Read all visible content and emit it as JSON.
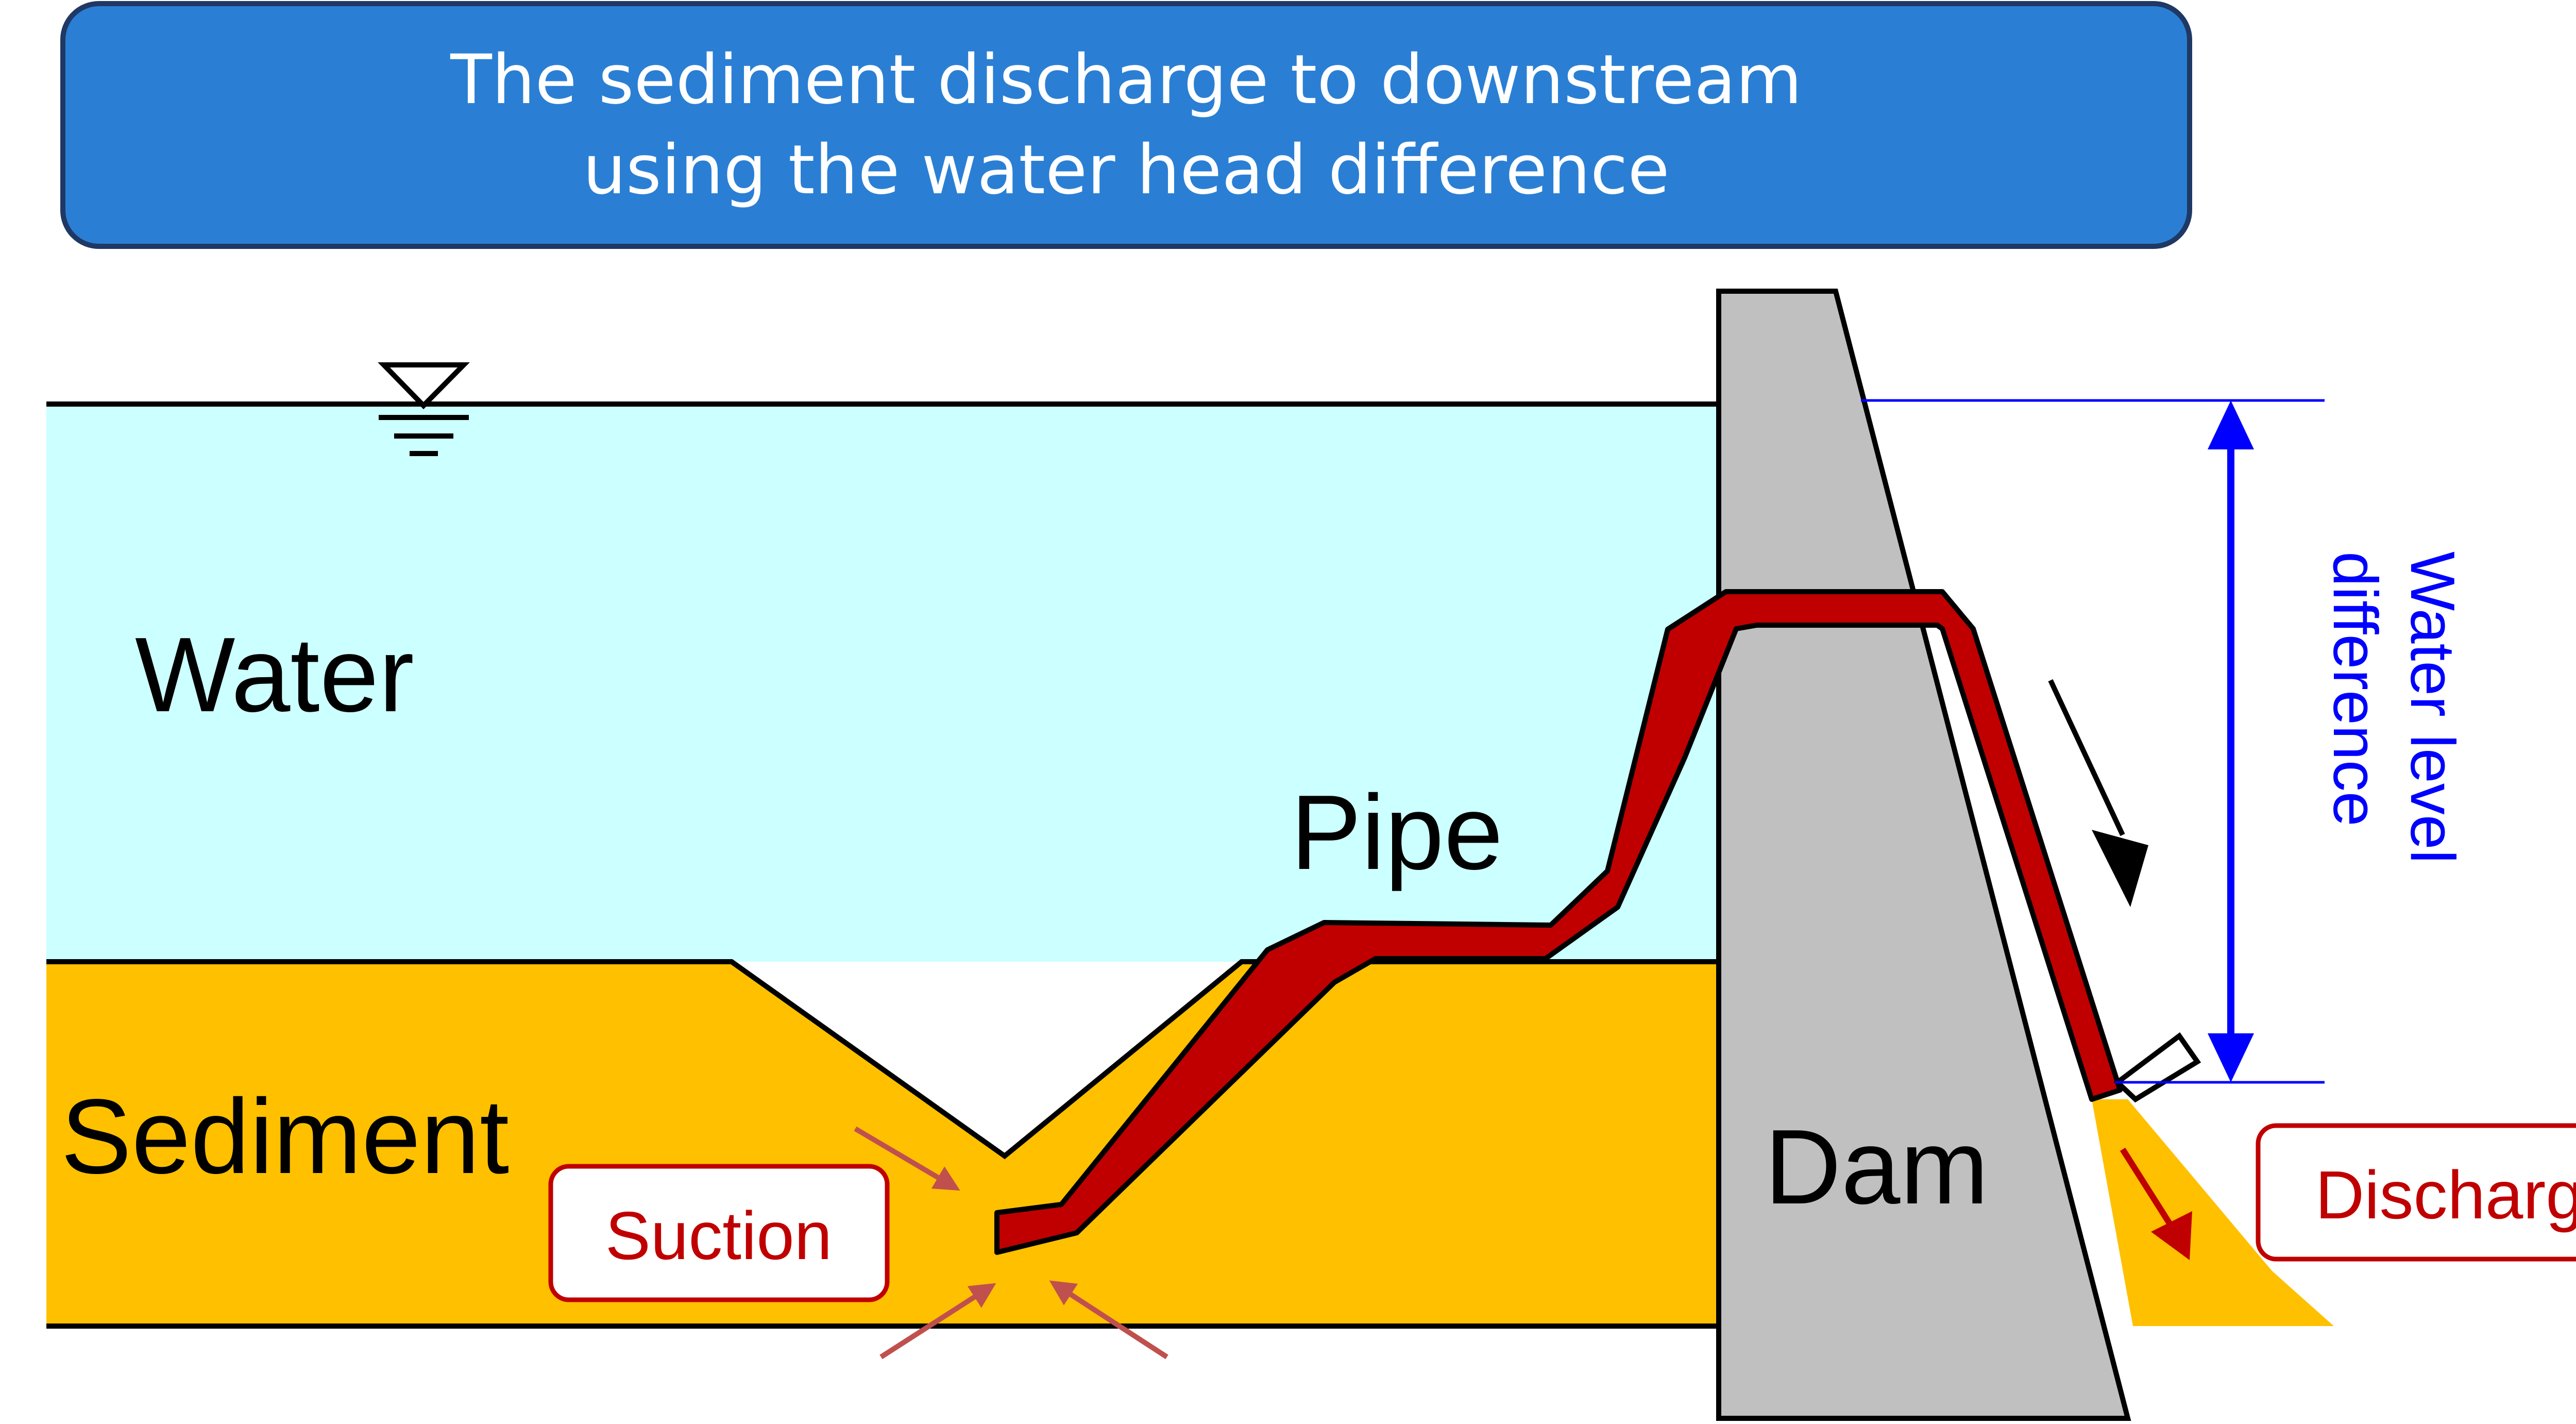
{
  "title": {
    "line1": "The sediment discharge to downstream",
    "line2": "using the water head difference"
  },
  "labels": {
    "water": "Water",
    "sediment": "Sediment",
    "pipe": "Pipe",
    "dam": "Dam",
    "suction": "Suction",
    "discharge": "Discharge",
    "water_level_line1": "Water level",
    "water_level_line2": "difference"
  },
  "colors": {
    "title_box": "#2a7fd4",
    "water": "#ccffff",
    "sediment": "#ffc000",
    "dam": "#c0c0c0",
    "pipe": "#c00000",
    "callout": "#c00000",
    "suction_arrows": "#c0504d",
    "water_level": "#0000ff"
  },
  "icons": {
    "water_surface": "water-surface-level-icon"
  }
}
